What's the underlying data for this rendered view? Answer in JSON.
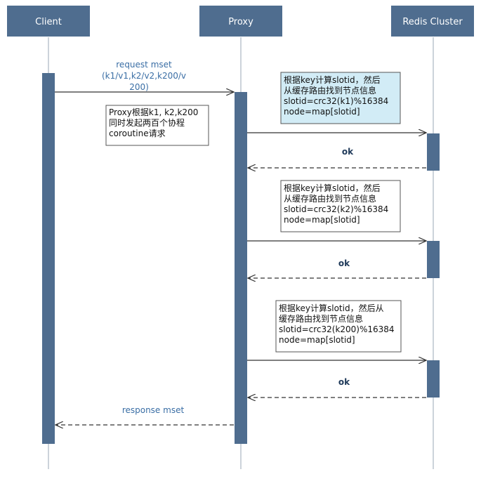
{
  "participants": [
    {
      "id": "client",
      "label": "Client"
    },
    {
      "id": "proxy",
      "label": "Proxy"
    },
    {
      "id": "redis",
      "label": "Redis Cluster"
    }
  ],
  "messages": {
    "request": [
      "request mset",
      "(k1/v1,k2/v2,k200/v",
      "200)"
    ],
    "response": "response mset",
    "ok": "ok"
  },
  "notes": {
    "proxy_note": [
      "Proxy根据k1, k2,k200",
      "同时发起两百个协程",
      "coroutine请求"
    ],
    "slot_notes": [
      [
        "根据key计算slotid，然后",
        "从缓存路由找到节点信息",
        "slotid=crc32(k1)%16384",
        "node=map[slotid]"
      ],
      [
        "根据key计算slotid，然后",
        "从缓存路由找到节点信息",
        "slotid=crc32(k2)%16384",
        "node=map[slotid]"
      ],
      [
        "根据key计算slotid，然后从",
        "缓存路由找到节点信息",
        "slotid=crc32(k200)%16384",
        "node=map[slotid]"
      ]
    ]
  },
  "colors": {
    "header_fill": "#4f6d8f",
    "activation_fill": "#4f6d8f",
    "lifeline": "#9aa7b5",
    "arrow": "#333333",
    "label_blue": "#3a6ea5",
    "note_highlight": "#d2ecf6"
  }
}
